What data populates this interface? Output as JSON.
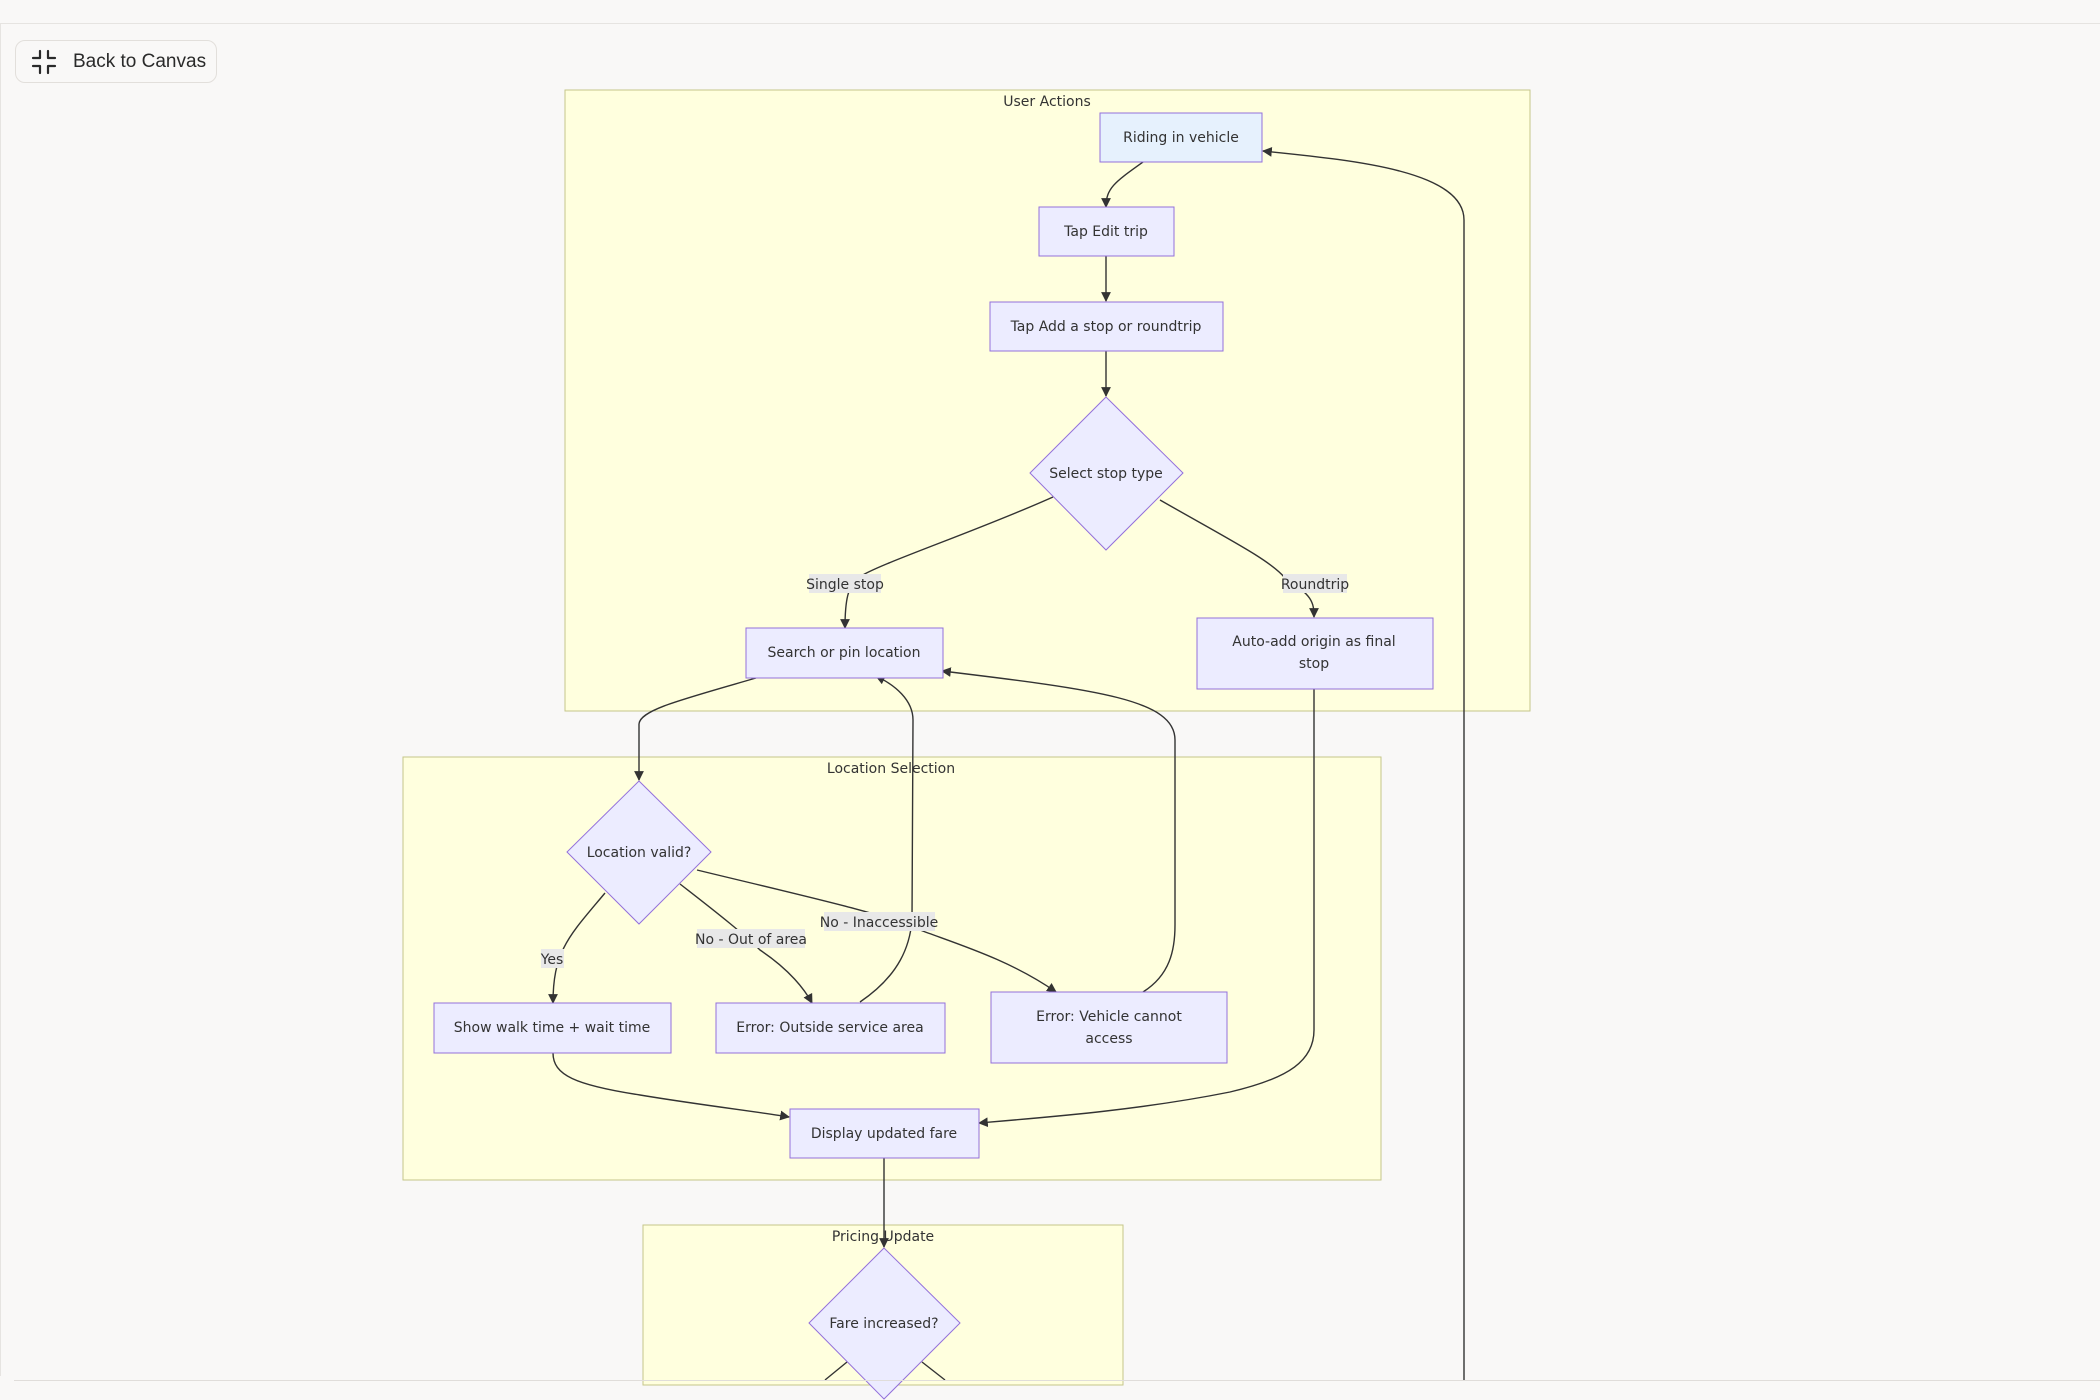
{
  "toolbar": {
    "back_label": "Back to Canvas",
    "back_icon": "collapse-icon"
  },
  "colors": {
    "subgraph_fill": "#ffffde",
    "subgraph_stroke": "#c5c68a",
    "node_fill": "#ececff",
    "node_stroke": "#9370db",
    "highlight_node_fill": "#e6f1fd",
    "edge": "#333333",
    "background": "#f9f8f7"
  },
  "diagram": {
    "subgraphs": {
      "user_actions": "User Actions",
      "location_selection": "Location Selection",
      "pricing_update": "Pricing Update"
    },
    "nodes": {
      "riding": "Riding in vehicle",
      "tap_edit": "Tap Edit trip",
      "tap_add": "Tap Add a stop or roundtrip",
      "select_type": "Select stop type",
      "search_pin": "Search or pin location",
      "auto_add_1": "Auto-add origin as final",
      "auto_add_2": "stop",
      "location_valid": "Location valid?",
      "walk_time": "Show walk time + wait time",
      "err_outside": "Error: Outside service area",
      "err_vehicle_1": "Error: Vehicle cannot",
      "err_vehicle_2": "access",
      "display_fare": "Display updated fare",
      "fare_increased": "Fare increased?"
    },
    "edge_labels": {
      "single_stop": "Single stop",
      "roundtrip": "Roundtrip",
      "yes": "Yes",
      "no_out_of_area": "No - Out of area",
      "no_inaccessible": "No - Inaccessible"
    }
  }
}
